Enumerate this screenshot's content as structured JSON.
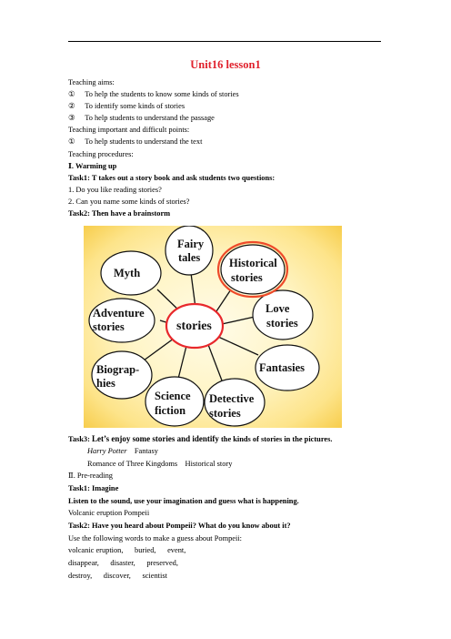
{
  "title": "Unit16 lesson1",
  "aims_heading": "Teaching aims:",
  "aims": [
    {
      "num": "①",
      "text": "To help the students to know some kinds of stories"
    },
    {
      "num": "②",
      "text": "To identify some kinds of stories"
    },
    {
      "num": "③",
      "text": "To help students to understand the passage"
    }
  ],
  "difficult_heading": "Teaching important and difficult points:",
  "difficult": [
    {
      "num": "①",
      "text": "To help students to understand the text"
    }
  ],
  "procedures_heading": "Teaching procedures:",
  "section1": "Ⅰ. Warming up",
  "task1": "Task1: T takes out a story book and ask students two questions:",
  "q1": "1. Do you like reading stories?",
  "q2": "2. Can you name some kinds of stories?",
  "task2": "Task2: Then have a brainstorm",
  "diagram": {
    "center": "stories",
    "nodes": {
      "fairy": [
        "Fairy",
        "tales"
      ],
      "myth": [
        "Myth"
      ],
      "historical": [
        "Historical",
        "stories"
      ],
      "adventure": [
        "Adventure",
        "stories"
      ],
      "love": [
        "Love",
        "stories"
      ],
      "biography": [
        "Biograp-",
        "hies"
      ],
      "fantasies": [
        "Fantasies"
      ],
      "science": [
        "Science",
        "fiction"
      ],
      "detective": [
        "Detective",
        "stories"
      ]
    },
    "colors": {
      "center_ring": "#e8282c",
      "highlight_ring": "#ee4a2a",
      "bubble_stroke": "#111111"
    }
  },
  "task3_prefix": "Task3: ",
  "task3_highlight": "Let’s enjoy some stories and identify",
  "task3_suffix": " the kinds of stories in the pictures.",
  "examples": [
    {
      "book": "Harry Potter",
      "kind": "Fantasy"
    },
    {
      "book": "Romance of Three Kingdoms",
      "kind": "Historical story"
    }
  ],
  "section2": "Ⅱ. Pre-reading",
  "pre_task1": "Task1: Imagine",
  "pre_task1_instruction": "Listen to the sound, use your imagination and guess what is happening.",
  "pre_task1_answer": "Volcanic eruption    Pompeii",
  "pre_task2": "Task2: Have you heard about Pompeii? What do you know about it?",
  "pre_task2_instruction": "Use the following words to make a guess about Pompeii:",
  "words_line1": "volcanic eruption,      buried,      event,",
  "words_line2": "disappear,      disaster,      preserved,",
  "words_line3": "destroy,      discover,      scientist"
}
